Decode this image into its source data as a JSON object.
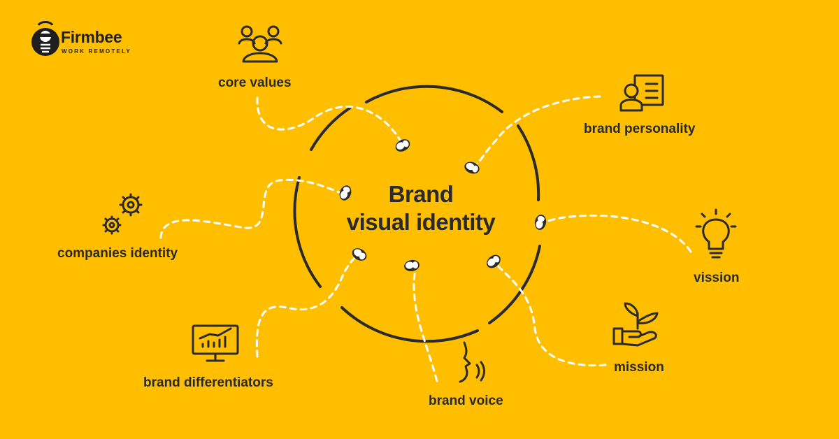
{
  "logo": {
    "name": "Firmbee",
    "tagline": "WORK REMOTELY"
  },
  "center": {
    "line1": "Brand",
    "line2": "visual identity"
  },
  "nodes": [
    {
      "id": "core-values",
      "label": "core values",
      "icon": "people-icon"
    },
    {
      "id": "brand-personality",
      "label": "brand personality",
      "icon": "id-card-icon"
    },
    {
      "id": "companies-identity",
      "label": "companies identity",
      "icon": "gears-icon"
    },
    {
      "id": "vission",
      "label": "vission",
      "icon": "lightbulb-icon"
    },
    {
      "id": "brand-differentiators",
      "label": "brand differentiators",
      "icon": "chart-monitor-icon"
    },
    {
      "id": "brand-voice",
      "label": "brand voice",
      "icon": "speaking-face-icon"
    },
    {
      "id": "mission",
      "label": "mission",
      "icon": "plant-in-hand-icon"
    }
  ],
  "colors": {
    "background": "#FFBE00",
    "ink": "#2a2a2a",
    "line": "#ffffff"
  }
}
